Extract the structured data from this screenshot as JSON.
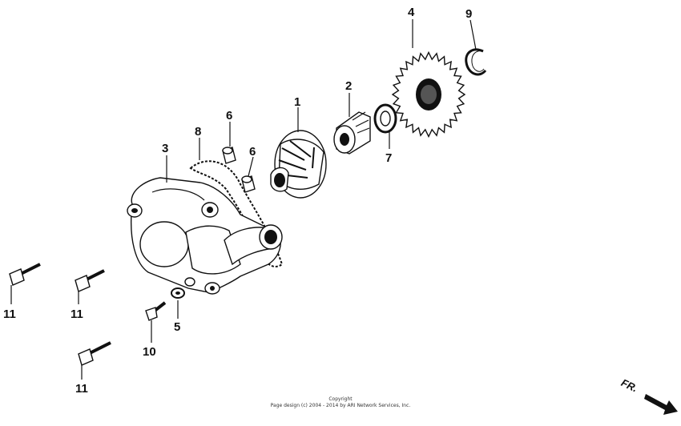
{
  "callouts": {
    "c1": "1",
    "c2": "2",
    "c3": "3",
    "c4": "4",
    "c5": "5",
    "c6a": "6",
    "c6b": "6",
    "c7": "7",
    "c8": "8",
    "c9": "9",
    "c10": "10",
    "c11a": "11",
    "c11b": "11",
    "c11c": "11"
  },
  "copyright": {
    "line1": "Copyright",
    "line2": "Page design (c) 2004 - 2014 by ARI Network Services, Inc."
  },
  "front_indicator": "FR."
}
